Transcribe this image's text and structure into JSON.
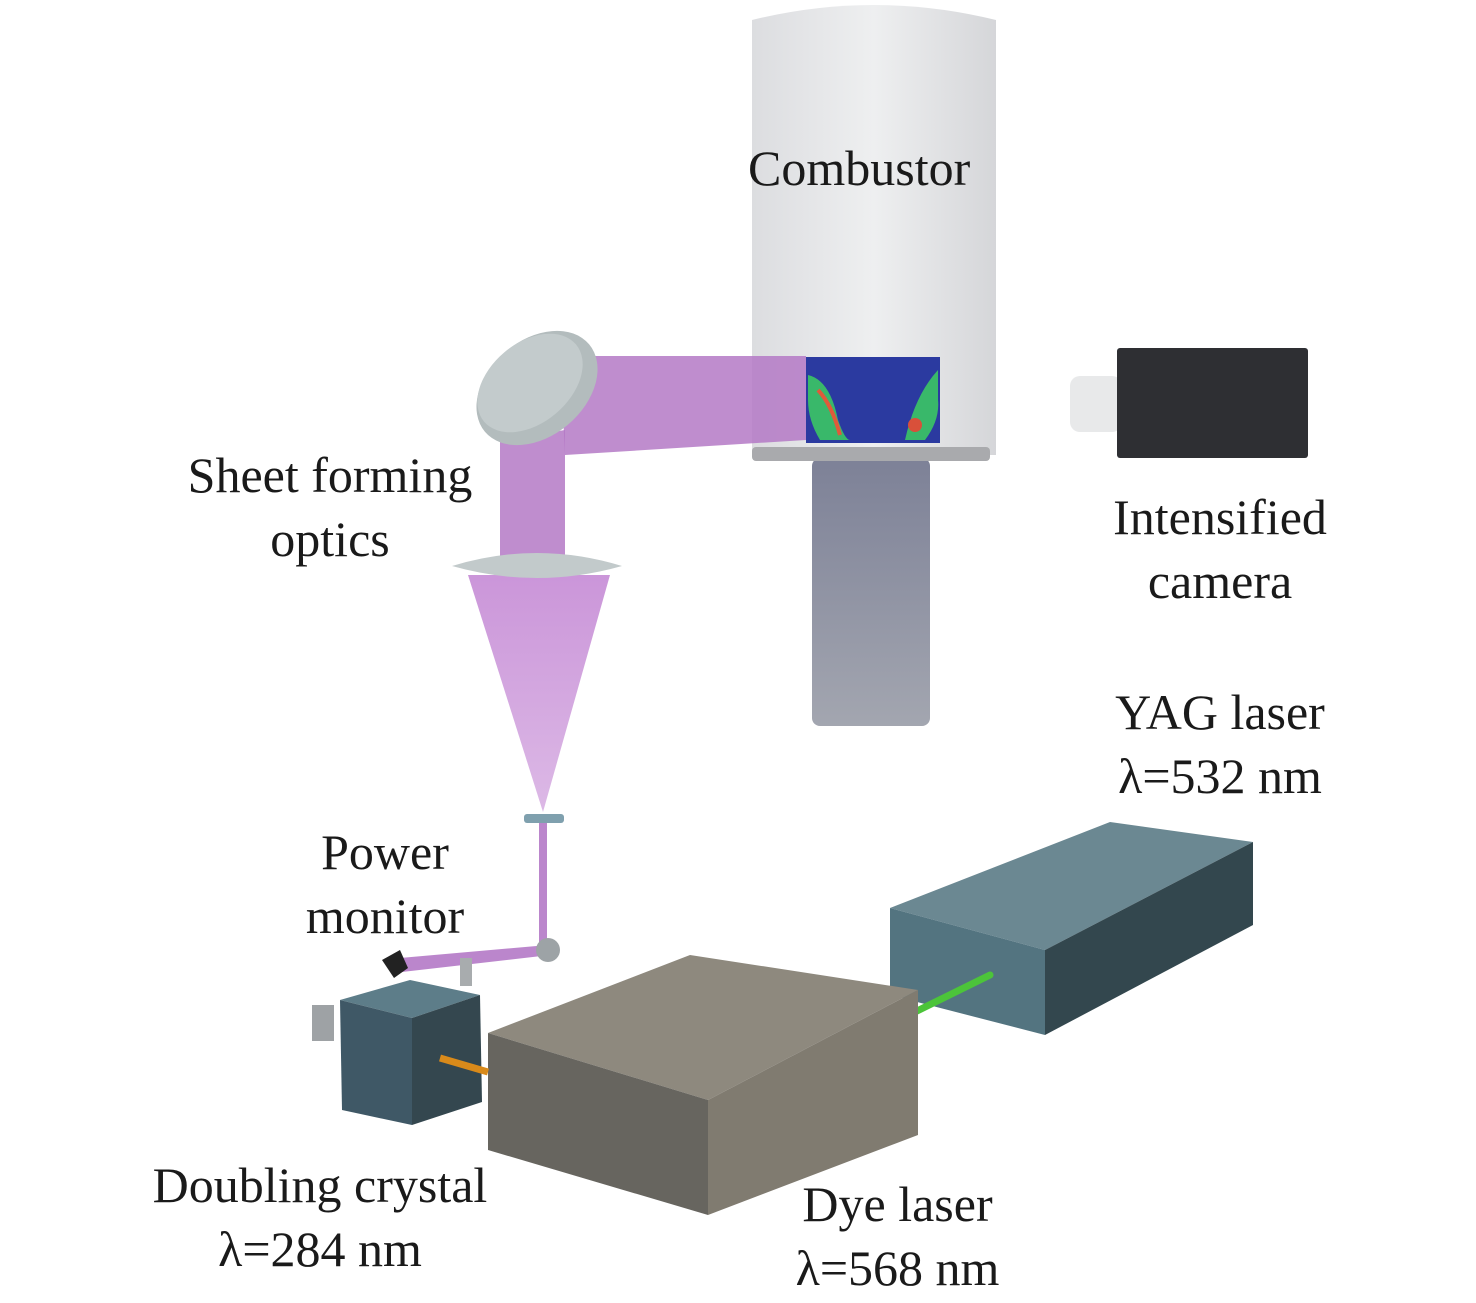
{
  "labels": {
    "combustor": "Combustor",
    "sheet_optics": [
      "Sheet forming",
      "optics"
    ],
    "camera": [
      "Intensified",
      "camera"
    ],
    "yag": [
      "YAG laser",
      "λ=532 nm"
    ],
    "power_monitor": [
      "Power",
      "monitor"
    ],
    "doubling": [
      "Doubling crystal",
      "λ=284 nm"
    ],
    "dye": [
      "Dye laser",
      "λ=568 nm"
    ]
  },
  "colors": {
    "uv_beam": "#b479c6",
    "green_beam": "#4cc43a",
    "orange_beam": "#d98a1a",
    "laser_body": "#3f5b66",
    "dye_body": "#6e6c66",
    "camera_body": "#2e2f33"
  }
}
